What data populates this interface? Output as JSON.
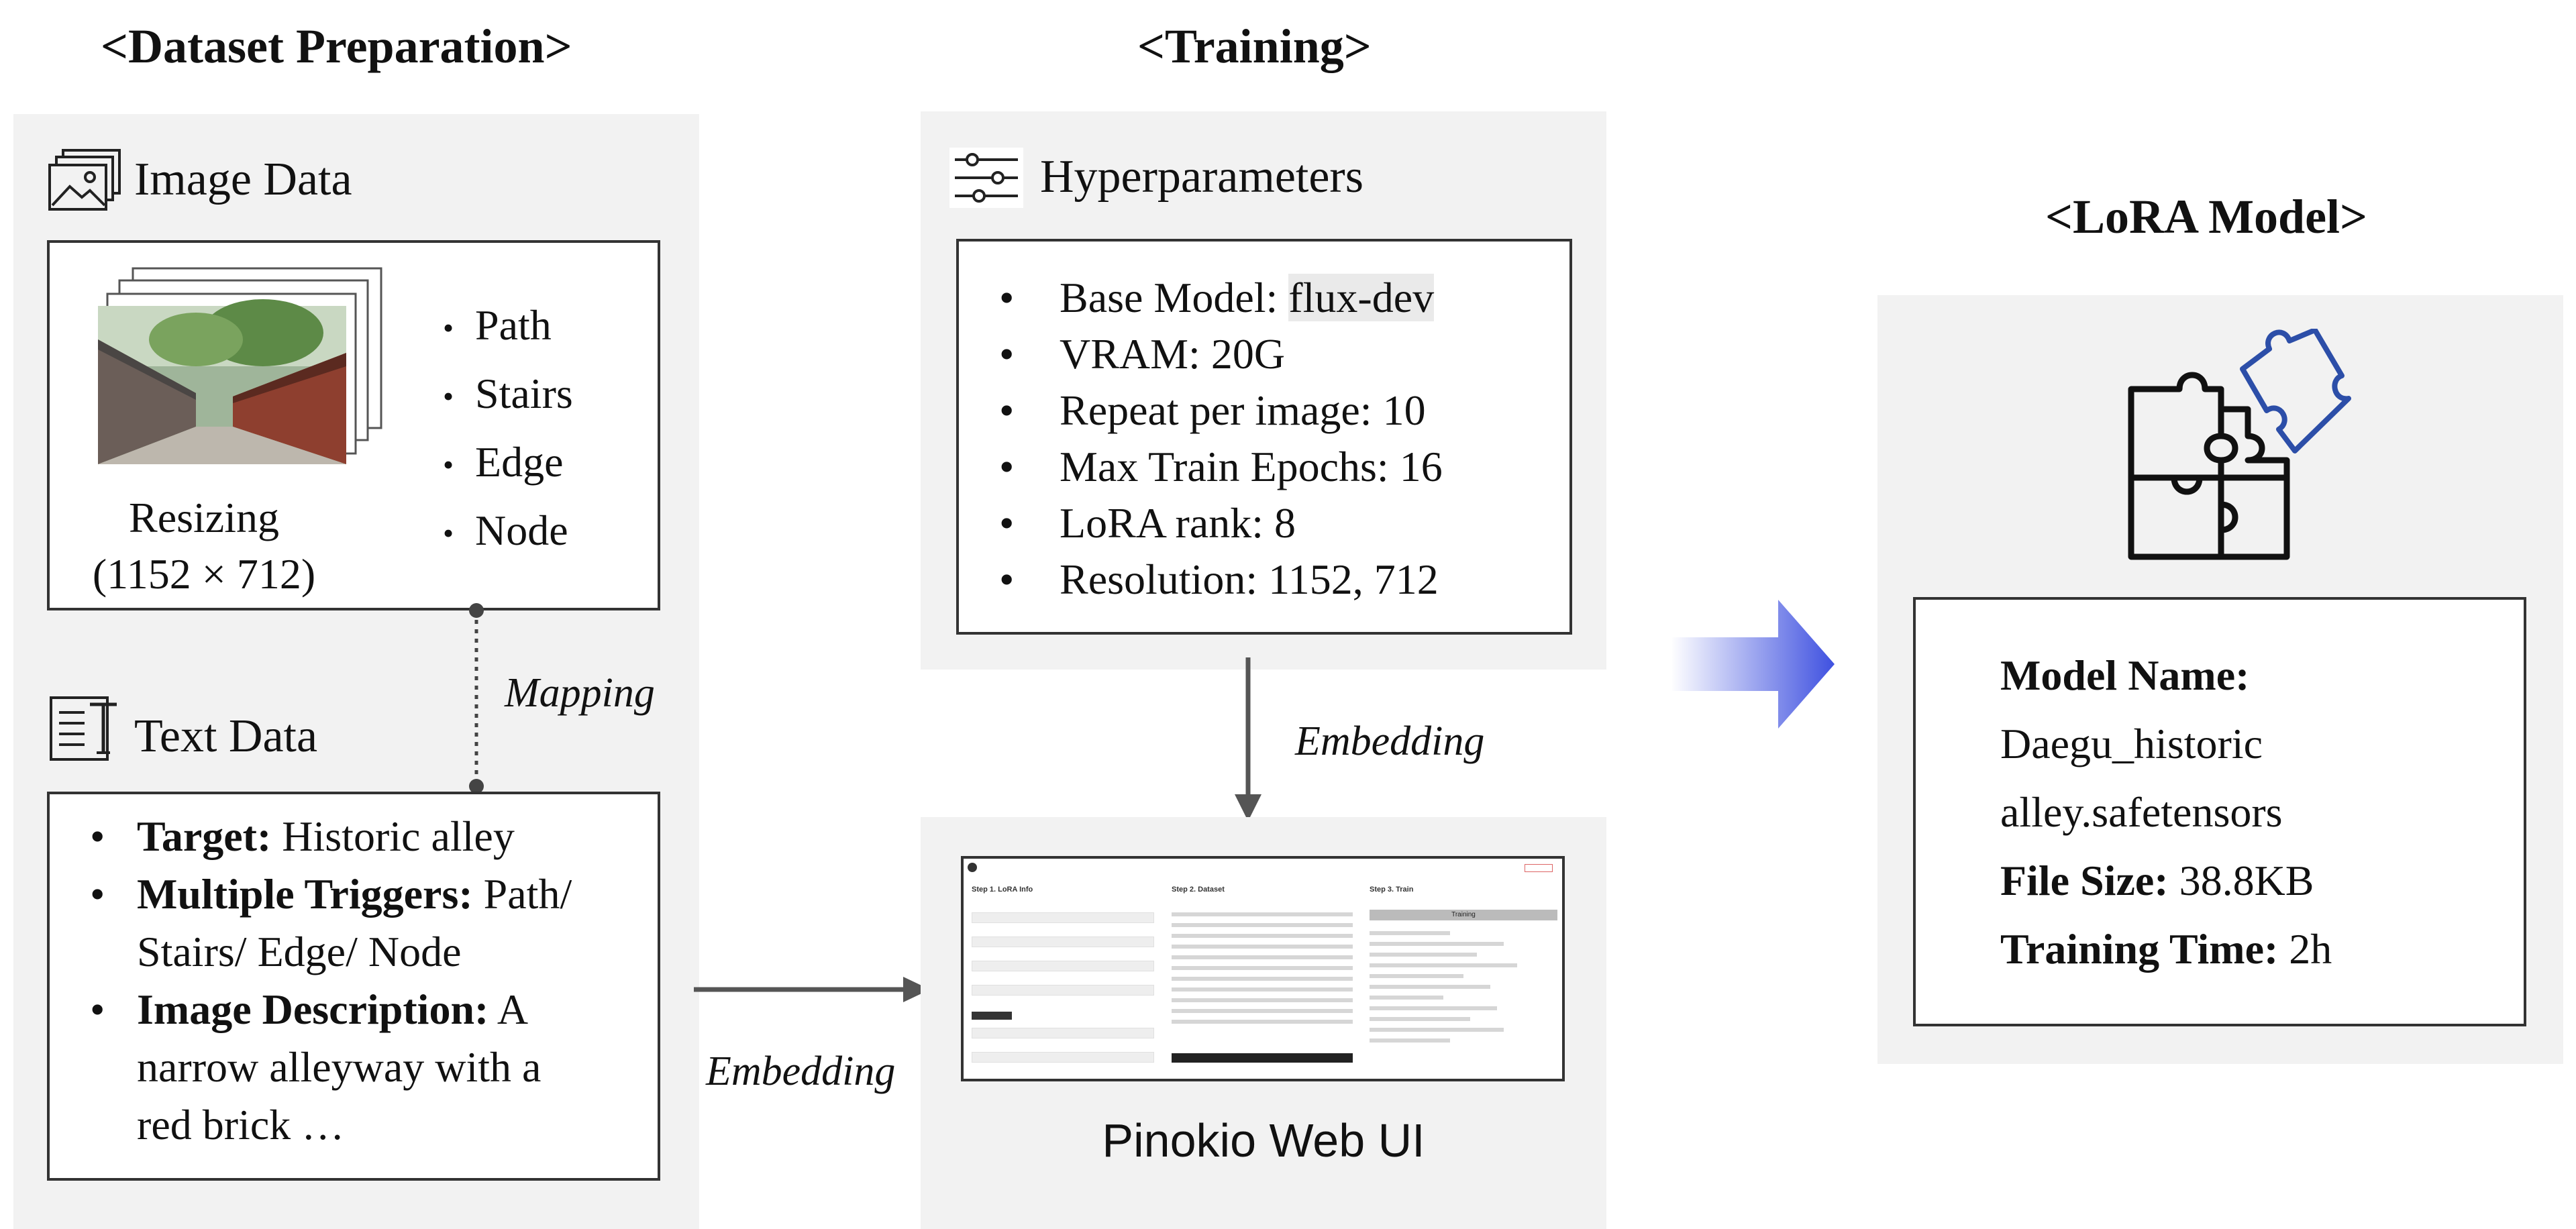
{
  "sections": {
    "dataset": "<Dataset Preparation>",
    "training": "<Training>",
    "lora": "<LoRA Model>"
  },
  "image_data": {
    "title": "Image Data",
    "icon": "images-icon",
    "tags": [
      "Path",
      "Stairs",
      "Edge",
      "Node"
    ],
    "resize_label": "Resizing",
    "resize_dims": "(1152 × 712)"
  },
  "mapping_label": "Mapping",
  "text_data": {
    "title": "Text Data",
    "icon": "text-document-icon",
    "items": [
      {
        "label": "Target:",
        "line1": " Historic alley",
        "line2": ""
      },
      {
        "label": "Multiple Triggers:",
        "line1": " Path/",
        "line2": "Stairs/ Edge/ Node"
      },
      {
        "label": "Image Description:",
        "line1": " A",
        "line2": "narrow alleyway with a",
        "line3": "red brick …"
      }
    ]
  },
  "hyperparameters": {
    "title": "Hyperparameters",
    "icon": "sliders-icon",
    "items": [
      {
        "label": "Base Model: ",
        "value": "flux-dev"
      },
      {
        "label": "VRAM: 20G",
        "value": ""
      },
      {
        "label": "Repeat per image: 10",
        "value": ""
      },
      {
        "label": "Max Train Epochs: 16",
        "value": ""
      },
      {
        "label": "LoRA rank: 8",
        "value": ""
      },
      {
        "label": "Resolution: 1152, 712",
        "value": ""
      }
    ]
  },
  "embedding_label": "Embedding",
  "web_ui": {
    "label": "Pinokio Web UI",
    "col1": "Step 1. LoRA Info",
    "col2": "Step 2. Dataset",
    "col3": "Step 3. Train",
    "button": "Training"
  },
  "lora_model": {
    "icon": "puzzle-icon",
    "name_label": "Model Name:",
    "name_line1": "Daegu_historic",
    "name_line2": "alley.safetensors",
    "size_label": "File Size:",
    "size_value": " 38.8KB",
    "time_label": "Training Time:",
    "time_value": " 2h"
  },
  "colors": {
    "arrow_big": "#3f51e0",
    "puzzle_blue": "#2c4ea8",
    "panel": "#f2f2f2"
  }
}
